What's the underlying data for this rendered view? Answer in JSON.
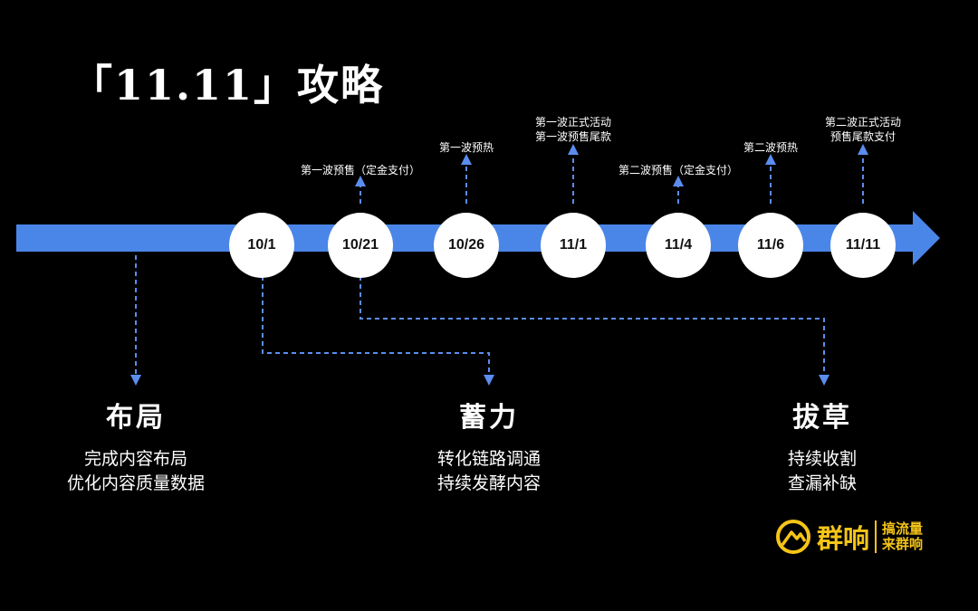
{
  "title": "「11.11」攻略",
  "timeline": {
    "nodes": [
      "10/1",
      "10/21",
      "10/26",
      "11/1",
      "11/4",
      "11/6",
      "11/11"
    ],
    "annotations": {
      "n1021": "第一波预售（定金支付）",
      "n1026": "第一波预热",
      "n1101_line1": "第一波正式活动",
      "n1101_line2": "第一波预售尾款",
      "n1104": "第二波预售（定金支付）",
      "n1106": "第二波预热",
      "n1111_line1": "第二波正式活动",
      "n1111_line2": "预售尾款支付"
    }
  },
  "phases": {
    "layout": {
      "title": "布局",
      "line1": "完成内容布局",
      "line2": "优化内容质量数据"
    },
    "accumulate": {
      "title": "蓄力",
      "line1": "转化链路调通",
      "line2": "持续发酵内容"
    },
    "harvest": {
      "title": "拔草",
      "line1": "持续收割",
      "line2": "查漏补缺"
    }
  },
  "logo": {
    "name": "群响",
    "slogan_line1": "搞流量",
    "slogan_line2": "来群响"
  },
  "colors": {
    "background": "#000000",
    "arrow": "#4a86e8",
    "dashed": "#5b8def",
    "logo": "#f5c518"
  }
}
